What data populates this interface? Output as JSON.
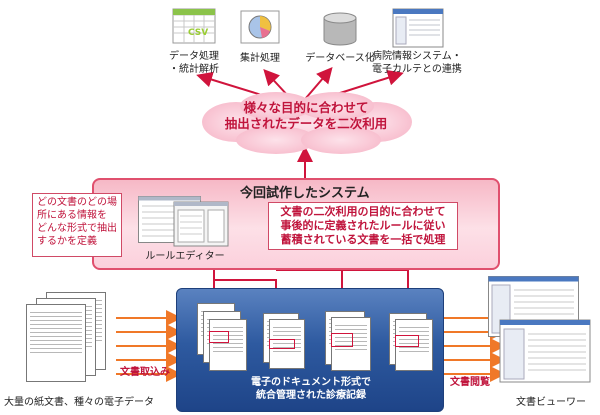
{
  "outputs": [
    {
      "id": "csv",
      "icon": "csv-spreadsheet-icon",
      "icon_text": "CSV",
      "label": "データ処理\n・統計解析"
    },
    {
      "id": "stats",
      "icon": "pie-chart-icon",
      "label": "集計処理"
    },
    {
      "id": "db",
      "icon": "database-icon",
      "label": "データベース化"
    },
    {
      "id": "hospital",
      "icon": "window-icon",
      "label": "病院情報システム・\n電子カルテとの連携"
    }
  ],
  "cloud": {
    "text": "様々な目的に合わせて\n抽出されたデータを二次利用"
  },
  "system": {
    "title": "今回試作したシステム",
    "definition_note": "どの文書のどの場\n所にある情報を\nどんな形式で抽出\nするかを定義",
    "rule_editor_label": "ルールエディター",
    "process_note": "文書の二次利用の目的に合わせて\n事後的に定義されたルールに従い\n蓄積されている文書を一括で処理"
  },
  "store": {
    "label": "電子のドキュメント形式で\n統合管理された診療記録"
  },
  "left": {
    "import_label": "文書取込み",
    "source_label": "大量の紙文書、種々の電子データ"
  },
  "right": {
    "view_label": "文書閲覧",
    "viewer_label": "文書ビューワー"
  },
  "colors": {
    "accent": "#c0143c",
    "arrow_red": "#d0143c",
    "arrow_orange": "#f07828",
    "store_blue": "#2e5aa0"
  }
}
